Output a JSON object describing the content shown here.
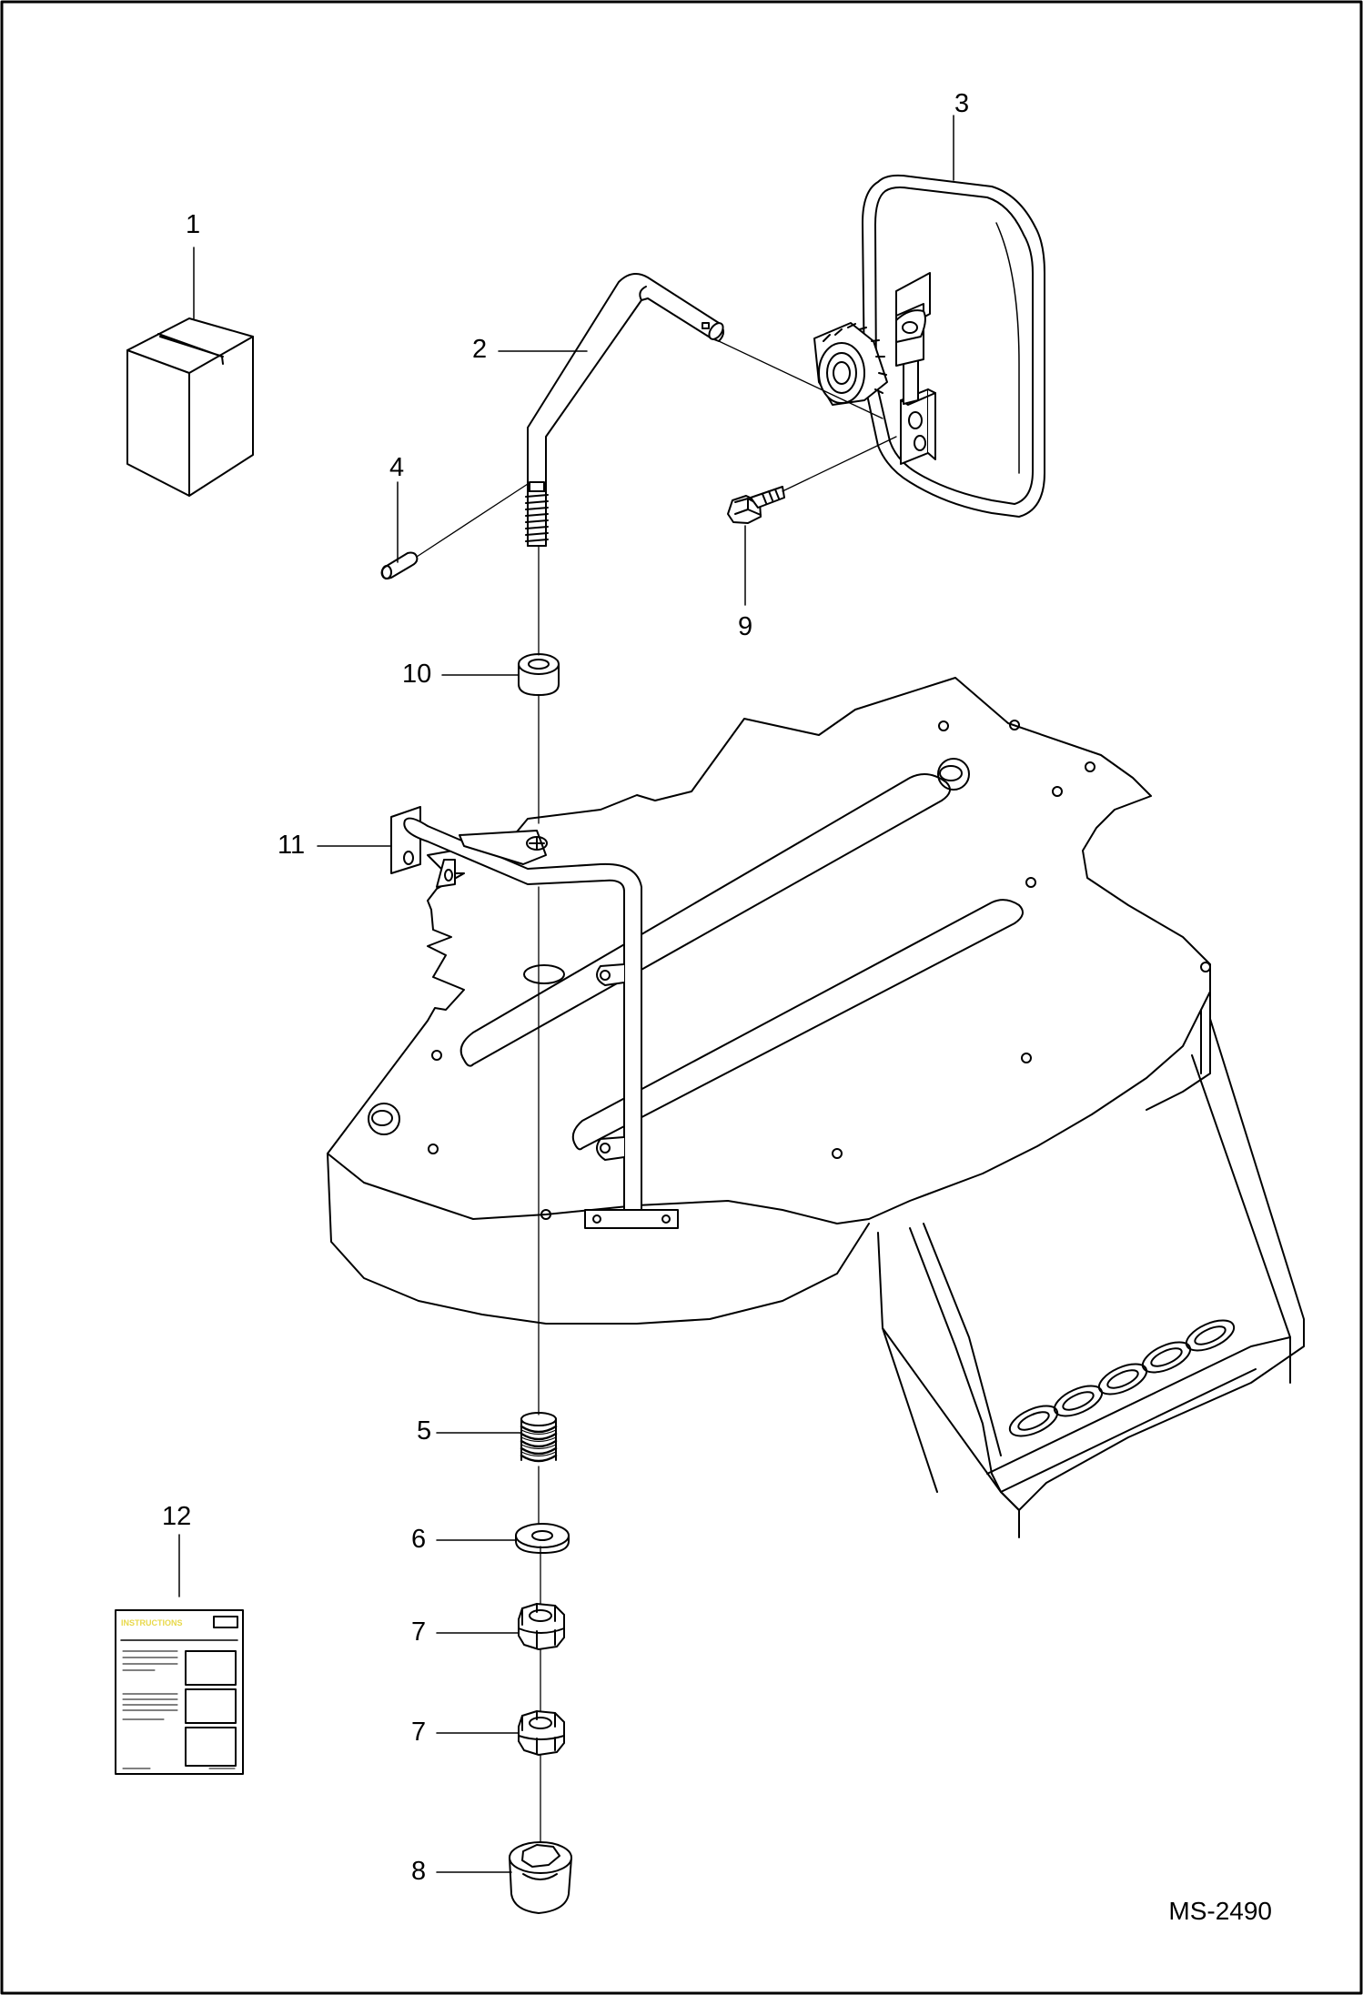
{
  "figure_code": "MS-2490",
  "callouts": {
    "c1": "1",
    "c2": "2",
    "c3": "3",
    "c4": "4",
    "c5": "5",
    "c6": "6",
    "c7a": "7",
    "c7b": "7",
    "c8": "8",
    "c9": "9",
    "c10": "10",
    "c11": "11",
    "c12": "12"
  },
  "manual_cover_text": "INSTRUCTIONS",
  "colors": {
    "line": "#000000",
    "background": "#ffffff",
    "manual_title": "#e8d84a"
  }
}
